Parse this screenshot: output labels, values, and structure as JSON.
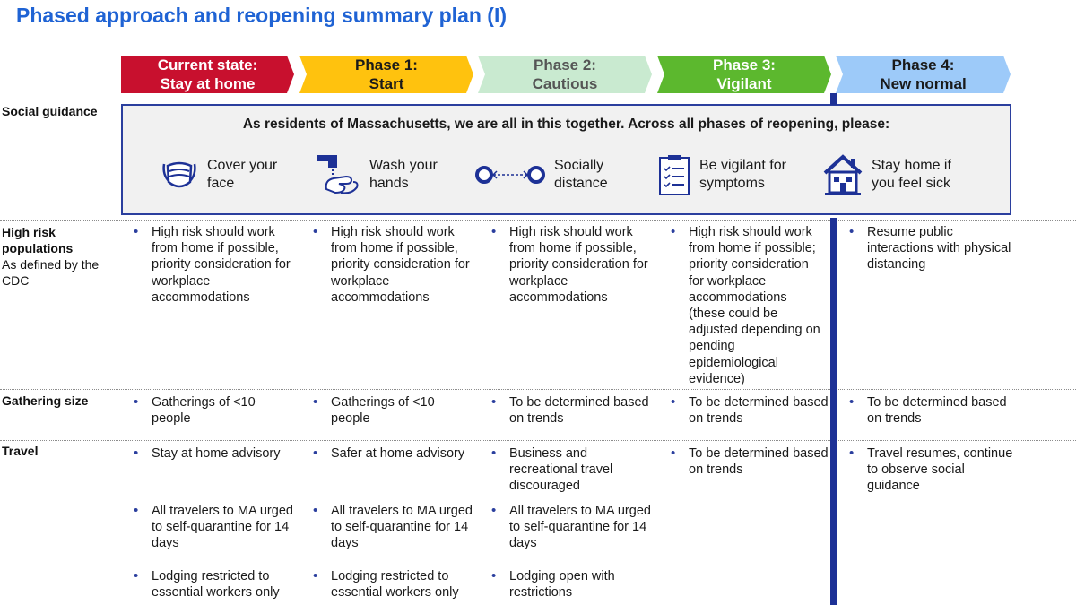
{
  "title": "Phased approach and reopening summary plan (I)",
  "phases": [
    {
      "line1": "Current state:",
      "line2": "Stay at home",
      "bg": "#c8102e",
      "color": "#ffffff"
    },
    {
      "line1": "Phase 1:",
      "line2": "Start",
      "bg": "#ffc20e",
      "color": "#1a1a1a"
    },
    {
      "line1": "Phase 2:",
      "line2": "Cautious",
      "bg": "#c9ead0",
      "color": "#555555"
    },
    {
      "line1": "Phase 3:",
      "line2": "Vigilant",
      "bg": "#5cb82e",
      "color": "#ffffff"
    },
    {
      "line1": "Phase 4:",
      "line2": "New normal",
      "bg": "#9dcaf9",
      "color": "#1a1a1a"
    }
  ],
  "rows": {
    "social": "Social guidance",
    "highrisk_bold": "High risk populations",
    "highrisk_sub": "As defined by the CDC",
    "gathering": "Gathering size",
    "travel": "Travel"
  },
  "guidance": {
    "heading": "As residents of Massachusetts, we are all in this together. Across all phases of reopening, please:",
    "items": [
      {
        "icon": "face-mask-icon",
        "text": "Cover your face"
      },
      {
        "icon": "hand-wash-icon",
        "text": "Wash your hands"
      },
      {
        "icon": "social-distance-icon",
        "text": "Socially distance"
      },
      {
        "icon": "checklist-icon",
        "text": "Be vigilant for symptoms"
      },
      {
        "icon": "house-icon",
        "text": "Stay home if you feel sick"
      }
    ]
  },
  "highrisk": [
    "High risk should work from home if possible, priority consideration for workplace accommodations",
    "High risk should work from home if possible, priority consideration for workplace accommodations",
    "High risk should work from home if possible, priority consideration for workplace accommodations",
    "High risk should work from home if possible; priority consideration for workplace accommodations (these could be adjusted depending on pending epidemiological evidence)",
    "Resume public interactions with physical distancing"
  ],
  "gathering": [
    "Gatherings of <10 people",
    "Gatherings of <10 people",
    "To be determined based on trends",
    "To be determined based on trends",
    "To be determined based on trends"
  ],
  "travel": {
    "advisory": [
      "Stay at home advisory",
      "Safer at home advisory",
      "Business and recreational travel discouraged",
      "To be determined based on trends",
      "Travel resumes, continue to observe social guidance"
    ],
    "quarantine": [
      "All travelers to MA urged to self-quarantine for 14 days",
      "All travelers to MA urged to self-quarantine for 14 days",
      "All travelers to MA urged to self-quarantine for 14 days"
    ],
    "lodging": [
      "Lodging restricted to essential workers only",
      "Lodging restricted to essential workers only",
      "Lodging open with restrictions"
    ]
  },
  "colors": {
    "title": "#1f63d4",
    "accent": "#2b3f9e",
    "bar": "#1d3196"
  }
}
